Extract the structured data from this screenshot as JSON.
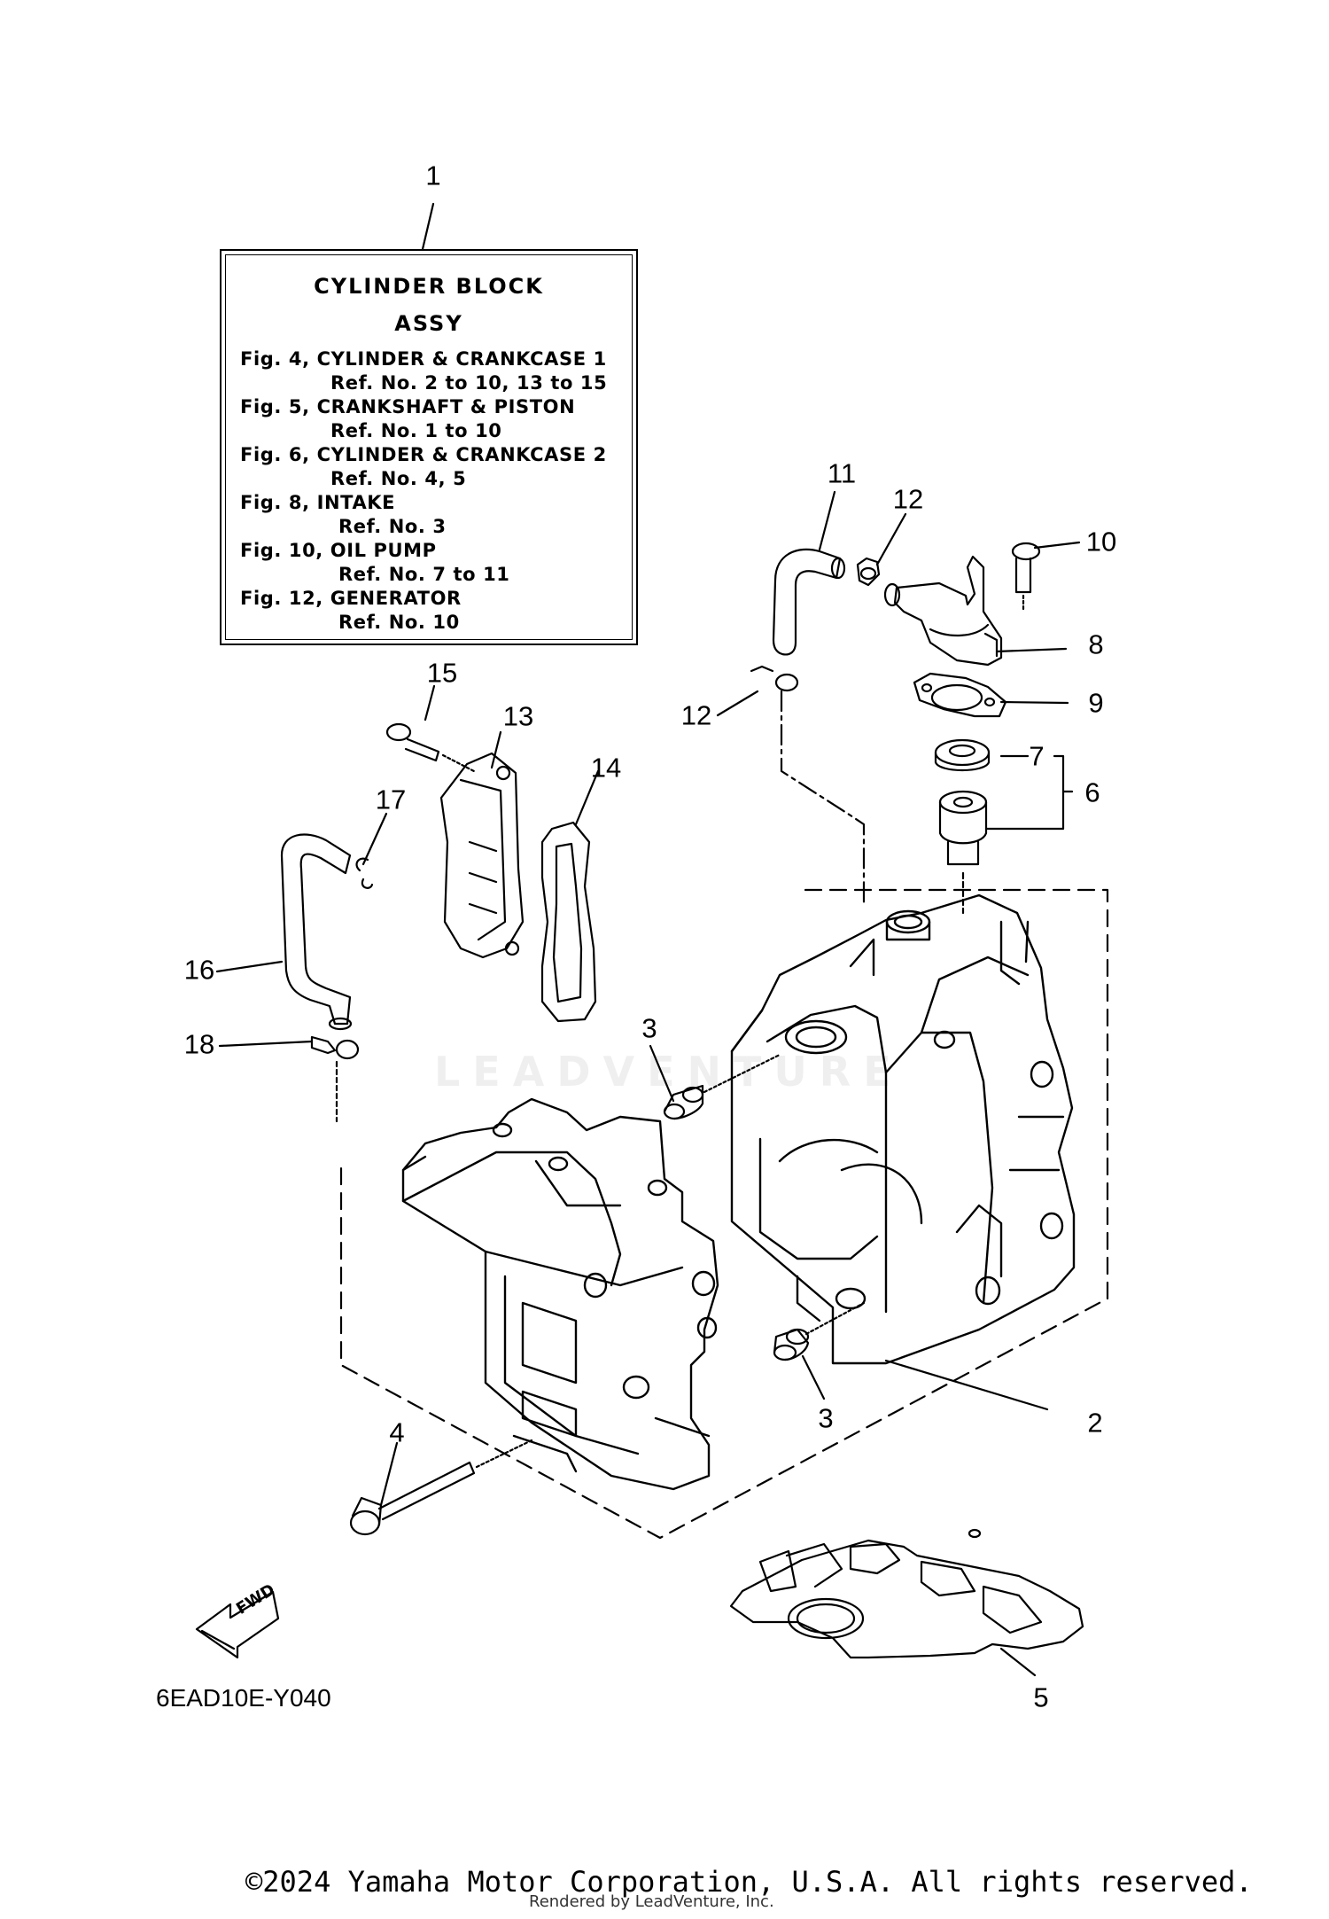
{
  "legend": {
    "title_line1": "CYLINDER  BLOCK",
    "title_line2": "ASSY",
    "rows": [
      {
        "fig": "Fig. 4, CYLINDER & CRANKCASE 1",
        "ref": "Ref. No. 2 to 10, 13 to 15"
      },
      {
        "fig": "Fig. 5, CRANKSHAFT & PISTON",
        "ref": "Ref. No. 1 to 10"
      },
      {
        "fig": "Fig. 6, CYLINDER & CRANKCASE 2",
        "ref": "Ref. No. 4, 5"
      },
      {
        "fig": "Fig. 8, INTAKE",
        "ref": "Ref. No. 3"
      },
      {
        "fig": "Fig. 10, OIL PUMP",
        "ref": "Ref. No. 7 to 11"
      },
      {
        "fig": "Fig. 12, GENERATOR",
        "ref": "Ref. No. 10"
      }
    ]
  },
  "callouts": [
    "1",
    "2",
    "3",
    "3",
    "4",
    "5",
    "6",
    "7",
    "8",
    "9",
    "10",
    "11",
    "12",
    "12",
    "13",
    "14",
    "15",
    "16",
    "17",
    "18"
  ],
  "fwd_label": "FWD",
  "diagram_code": "6EAD10E-Y040",
  "watermark": "LEADVENTURE",
  "copyright": "©2024 Yamaha Motor Corporation, U.S.A. All rights reserved.",
  "rendered_by": "Rendered by LeadVenture, Inc."
}
